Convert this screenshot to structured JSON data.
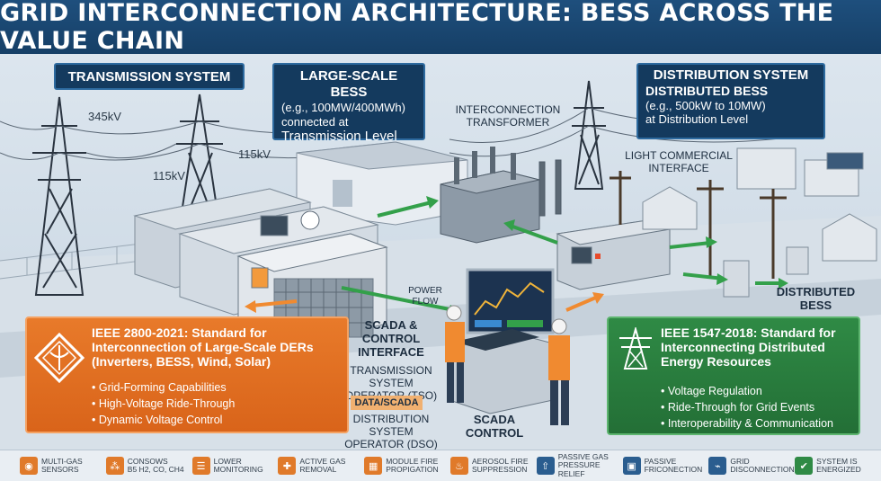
{
  "title": "GRID INTERCONNECTION ARCHITECTURE: BESS ACROSS THE VALUE CHAIN",
  "transmission": {
    "heading": "TRANSMISSION SYSTEM",
    "kv_345": "345kV",
    "kv_115_left": "115kV",
    "kv_115_right": "115kV"
  },
  "large_bess": {
    "heading": "LARGE-SCALE BESS",
    "line1": "(e.g., 100MW/400MWh)",
    "line2": "connected at",
    "line3": "Transmission Level"
  },
  "transformer": {
    "line1": "INTERCONNECTION",
    "line2": "TRANSFORMER"
  },
  "distribution": {
    "heading": "DISTRIBUTION SYSTEM",
    "sub": "DISTRIBUTED BESS",
    "line1": "(e.g., 500kW to 10MW)",
    "line2": "at Distribution Level"
  },
  "light_commercial": {
    "line1": "LIGHT COMMERCIAL",
    "line2": "INTERFACE"
  },
  "power_flow": {
    "line1": "POWER",
    "line2": "FLOW"
  },
  "scada_interface": {
    "line1": "SCADA &",
    "line2": "CONTROL",
    "line3": "INTERFACE"
  },
  "tso": {
    "line1": "TRANSMISSION SYSTEM",
    "line2": "OPERATOR (TSO)"
  },
  "data_scada": "DATA/SCADA",
  "dso": {
    "line1": "DISTRIBUTION SYSTEM",
    "line2": "OPERATOR (DSO)"
  },
  "scada_control": {
    "line1": "SCADA",
    "line2": "CONTROL"
  },
  "distributed_bess_label": {
    "line1": "DISTRIBUTED",
    "line2": "BESS"
  },
  "ieee_2800": {
    "title_line1": "IEEE 2800-2021: Standard for",
    "title_line2": "Interconnection of Large-Scale DERs",
    "title_line3": "(Inverters, BESS, Wind, Solar)",
    "items": [
      "Grid-Forming Capabilities",
      "High-Voltage Ride-Through",
      "Dynamic Voltage Control"
    ]
  },
  "ieee_1547": {
    "title_line1": "IEEE 1547-2018: Standard for",
    "title_line2": "Interconnecting Distributed",
    "title_line3": "Energy Resources",
    "items": [
      "Voltage Regulation",
      "Ride-Through for Grid Events",
      "Interoperability & Communication"
    ]
  },
  "footer": [
    {
      "l1": "MULTI-GAS",
      "l2": "SENSORS",
      "icon": "gas-sensor-icon",
      "color": "#e07a2a"
    },
    {
      "l1": "CONSOWS",
      "l2": "B5 H2, CO, CH4",
      "icon": "gas-composition-icon",
      "color": "#e07a2a"
    },
    {
      "l1": "LOWER",
      "l2": "MONITORING",
      "icon": "monitoring-icon",
      "color": "#e07a2a"
    },
    {
      "l1": "ACTIVE GAS",
      "l2": "REMOVAL",
      "icon": "gas-removal-icon",
      "color": "#e07a2a"
    },
    {
      "l1": "MODULE FIRE",
      "l2": "PROPIGATION",
      "icon": "fire-module-icon",
      "color": "#e07a2a"
    },
    {
      "l1": "AEROSOL FIRE",
      "l2": "SUPPRESSION",
      "icon": "flame-icon",
      "color": "#e07a2a"
    },
    {
      "l1": "PASSIVE GAS",
      "l2": "PRESSURE RELIEF",
      "icon": "pressure-relief-icon",
      "color": "#2a5d8f"
    },
    {
      "l1": "PASSIVE",
      "l2": "FRICONECTION",
      "icon": "lock-icon",
      "color": "#2a5d8f"
    },
    {
      "l1": "GRID",
      "l2": "DISCONNECTION",
      "icon": "grid-disconnect-icon",
      "color": "#2a5d8f"
    },
    {
      "l1": "SYSTEM IS",
      "l2": "ENERGIZED",
      "icon": "shield-check-icon",
      "color": "#2f8a45"
    }
  ]
}
